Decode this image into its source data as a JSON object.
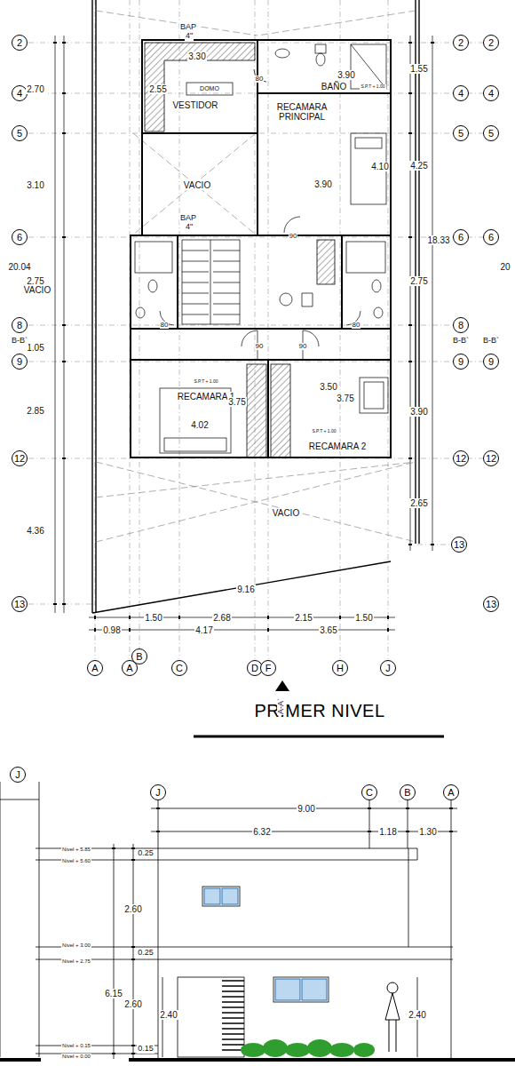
{
  "diagram": {
    "title": "PRIMER NIVEL",
    "nodes": [
      {
        "text": [
          "2"
        ]
      },
      {
        "text": [
          "2"
        ]
      },
      {
        "text": [
          "2"
        ]
      },
      {
        "text": [
          "4"
        ]
      },
      {
        "text": [
          "4"
        ]
      },
      {
        "text": [
          "4"
        ]
      },
      {
        "text": [
          "5"
        ]
      },
      {
        "text": [
          "5"
        ]
      },
      {
        "text": [
          "5"
        ]
      },
      {
        "text": [
          "6"
        ]
      },
      {
        "text": [
          "6"
        ]
      },
      {
        "text": [
          "6"
        ]
      },
      {
        "text": [
          "8"
        ]
      },
      {
        "text": [
          "8"
        ]
      },
      {
        "text": [
          "9"
        ]
      },
      {
        "text": [
          "9"
        ]
      },
      {
        "text": [
          "9"
        ]
      },
      {
        "text": [
          "12"
        ]
      },
      {
        "text": [
          "12"
        ]
      },
      {
        "text": [
          "12"
        ]
      },
      {
        "text": [
          "13"
        ]
      },
      {
        "text": [
          "13"
        ]
      },
      {
        "text": [
          "13"
        ]
      },
      {
        "text": [
          "B"
        ]
      },
      {
        "text": [
          "A"
        ]
      },
      {
        "text": [
          "A"
        ]
      },
      {
        "text": [
          "C"
        ]
      },
      {
        "text": [
          "D"
        ]
      },
      {
        "text": [
          "F"
        ]
      },
      {
        "text": [
          "H"
        ]
      },
      {
        "text": [
          "J"
        ]
      },
      {
        "text": [
          "J"
        ]
      },
      {
        "text": [
          "J"
        ]
      },
      {
        "text": [
          "C"
        ]
      },
      {
        "text": [
          "B"
        ]
      },
      {
        "text": [
          "A"
        ]
      }
    ],
    "labels": [
      "BAP",
      "4\"",
      "3.30",
      "80",
      "3.90",
      "2.55",
      "DOMO",
      "BAÑO",
      "S.P.T + 1.00",
      "VESTIDOR",
      "RECAMARA PRINCIPAL",
      "4.10",
      "3.90",
      "VACIO",
      "BAP",
      "4\"",
      "90",
      "VACIO",
      "80",
      "80",
      "90",
      "90",
      "RECAMARA 1",
      "S.P.T + 1.00",
      "3.75",
      "3.50",
      "3.75",
      "4.02",
      "S.P.T + 1.00",
      "RECAMARA 2",
      "VACIO",
      "9.16",
      "2.70",
      "3.10",
      "20.04",
      "2.75",
      "1.05",
      "2.85",
      "4.36",
      "1.55",
      "4.25",
      "18.33",
      "20",
      "2.75",
      "3.90",
      "2.65",
      "B-B`",
      "B-B`",
      "B-B`",
      "1.50",
      "2.68",
      "2.15",
      "1.50",
      "0.98",
      "4.17",
      "3.65",
      "A-A`",
      "9.00",
      "6.32",
      "1.18",
      "1.30",
      "Nivel + 5.85",
      "Nivel + 5.60",
      "0.25",
      "2.60",
      "Nivel + 3.00",
      "6.15",
      "0.25",
      "Nivel + 2.75",
      "2.60",
      "2.40",
      "2.40",
      "Nivel + 0.15",
      "0.15",
      "Nivel + 0.00"
    ]
  }
}
